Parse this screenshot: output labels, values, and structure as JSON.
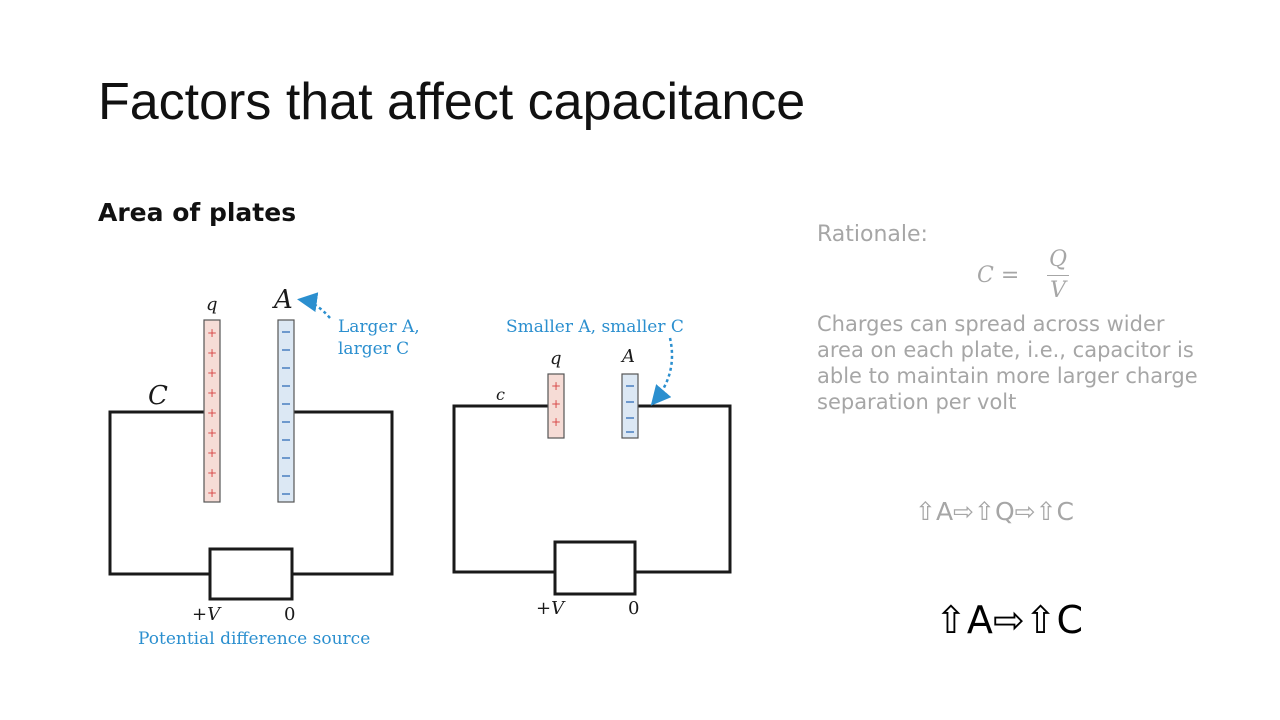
{
  "title": "Factors that affect capacitance",
  "subtitle": "Area of plates",
  "diagram": {
    "left": {
      "charge_label": "q",
      "area_label": "A",
      "capacitor_label": "C",
      "callout_line1": "Larger A,",
      "callout_line2": "larger C",
      "pos_terminal": "+V",
      "neg_terminal": "0",
      "source_label": "Potential difference source"
    },
    "right": {
      "charge_label": "q",
      "area_label": "A",
      "capacitor_label": "c",
      "callout": "Smaller A, smaller C",
      "pos_terminal": "+V",
      "neg_terminal": "0"
    },
    "colors": {
      "positive": "#d84a4a",
      "negative": "#4a7fc0",
      "callout": "#2b8fcf",
      "wire": "#1a1a1a"
    }
  },
  "rationale": {
    "label": "Rationale:",
    "formula_lhs": "C  =",
    "formula_num": "Q",
    "formula_den": "V",
    "text": "Charges can spread across wider area on each plate, i.e., capacitor is able to maintain more larger charge separation per volt"
  },
  "chain_small": "⇧A⇨⇧Q⇨⇧C",
  "chain_large": "⇧A⇨⇧C"
}
